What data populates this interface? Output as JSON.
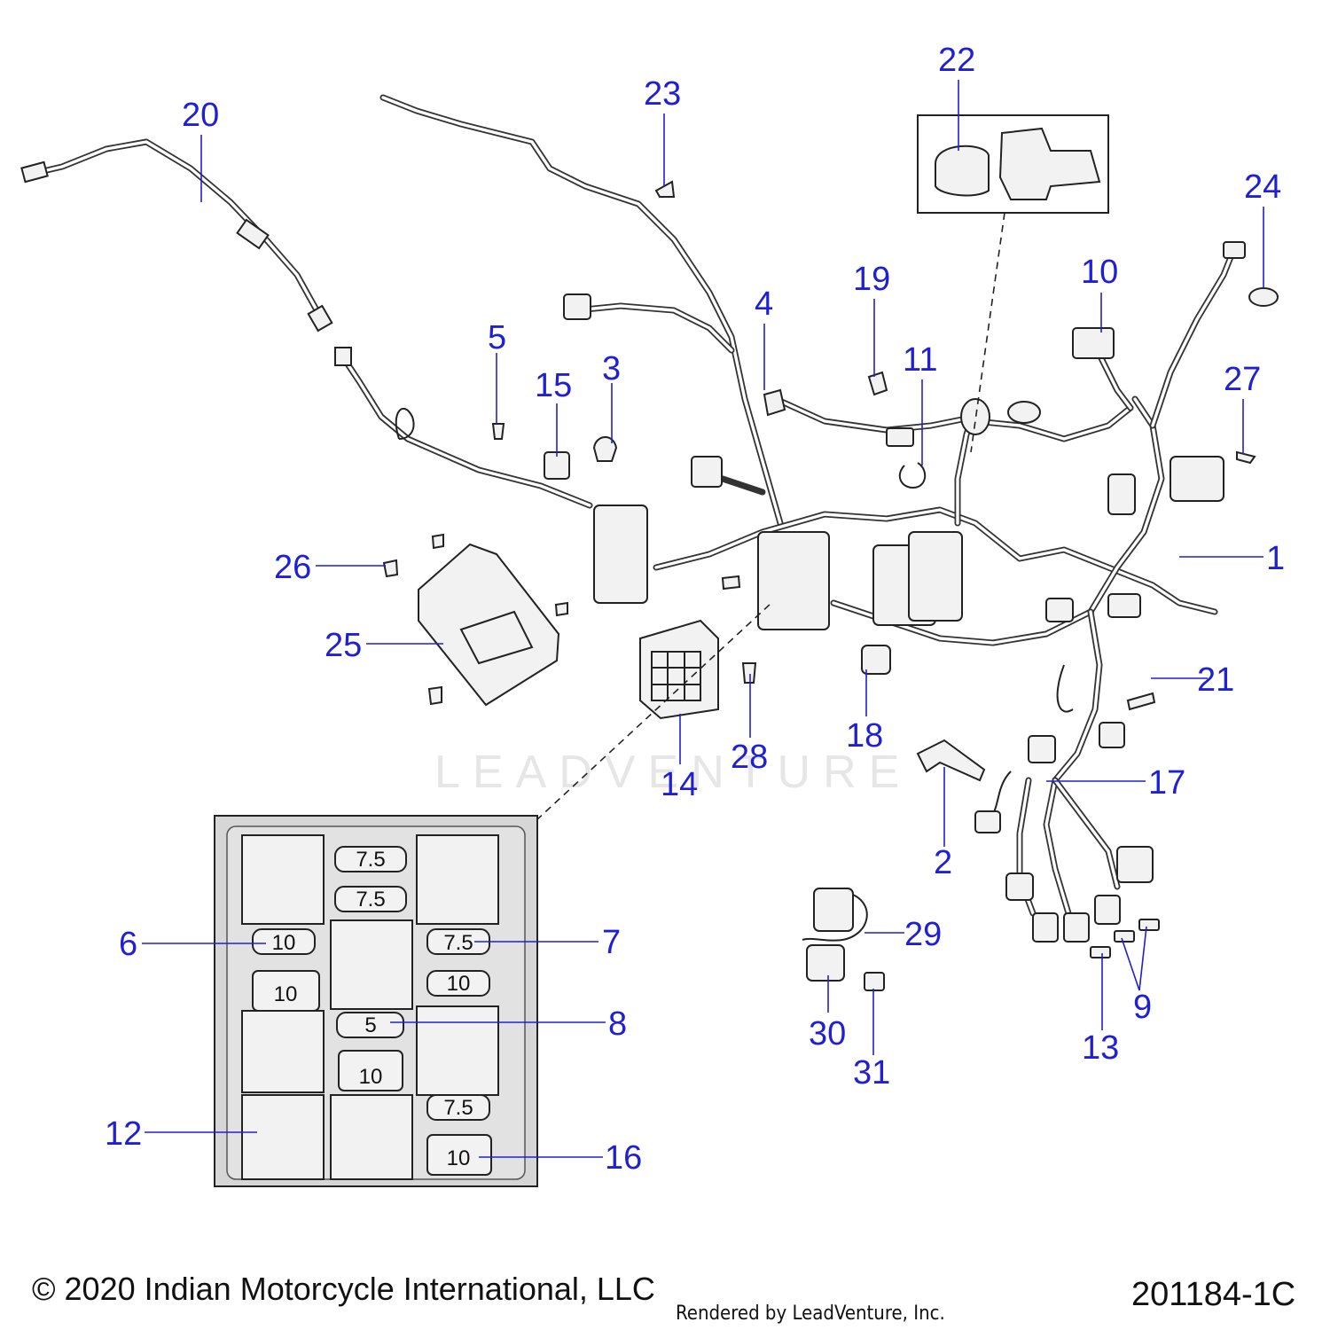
{
  "callouts": [
    {
      "id": "1",
      "label": "1"
    },
    {
      "id": "2",
      "label": "2"
    },
    {
      "id": "3",
      "label": "3"
    },
    {
      "id": "4",
      "label": "4"
    },
    {
      "id": "5",
      "label": "5"
    },
    {
      "id": "6",
      "label": "6"
    },
    {
      "id": "7",
      "label": "7"
    },
    {
      "id": "8",
      "label": "8"
    },
    {
      "id": "9",
      "label": "9"
    },
    {
      "id": "10",
      "label": "10"
    },
    {
      "id": "11",
      "label": "11"
    },
    {
      "id": "12",
      "label": "12"
    },
    {
      "id": "13",
      "label": "13"
    },
    {
      "id": "14",
      "label": "14"
    },
    {
      "id": "15",
      "label": "15"
    },
    {
      "id": "16",
      "label": "16"
    },
    {
      "id": "17",
      "label": "17"
    },
    {
      "id": "18",
      "label": "18"
    },
    {
      "id": "19",
      "label": "19"
    },
    {
      "id": "20",
      "label": "20"
    },
    {
      "id": "21",
      "label": "21"
    },
    {
      "id": "22",
      "label": "22"
    },
    {
      "id": "23",
      "label": "23"
    },
    {
      "id": "24",
      "label": "24"
    },
    {
      "id": "25",
      "label": "25"
    },
    {
      "id": "26",
      "label": "26"
    },
    {
      "id": "27",
      "label": "27"
    },
    {
      "id": "28",
      "label": "28"
    },
    {
      "id": "29",
      "label": "29"
    },
    {
      "id": "30",
      "label": "30"
    },
    {
      "id": "31",
      "label": "31"
    }
  ],
  "fuse_box": {
    "fuse_labels": [
      "7.5",
      "7.5",
      "10",
      "7.5",
      "10",
      "10",
      "5",
      "10",
      "7.5",
      "10"
    ]
  },
  "watermark": "LEADVENTURE",
  "footer": {
    "copyright": "© 2020 Indian Motorcycle International, LLC",
    "rendered_by": "Rendered by LeadVenture, Inc.",
    "part_number": "201184-1C"
  },
  "colors": {
    "callout": "#1f1fd6",
    "line_art": "#222222",
    "part_fill": "#f2f2f2"
  }
}
